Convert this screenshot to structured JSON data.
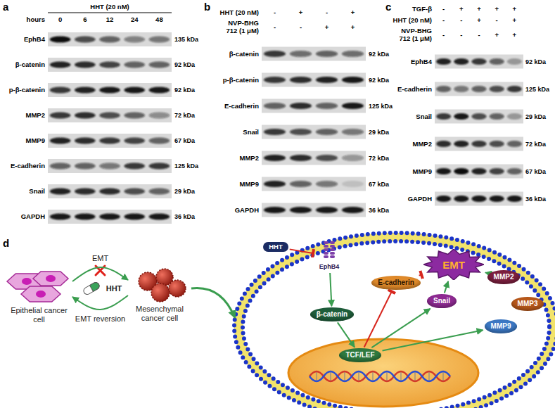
{
  "diagram": {
    "nodes": [
      {
        "text": [
          "Epithelial cancer cell"
        ]
      },
      {
        "text": [
          "Mesenchymal cancer cell"
        ]
      },
      {
        "text": [
          "HHT"
        ]
      },
      {
        "text": [
          "EphB4"
        ]
      },
      {
        "text": [
          "β-catenin"
        ]
      },
      {
        "text": [
          "E-cadherin"
        ]
      },
      {
        "text": [
          "Snail"
        ]
      },
      {
        "text": [
          "EMT"
        ]
      },
      {
        "text": [
          "MMP2"
        ]
      },
      {
        "text": [
          "MMP3"
        ]
      },
      {
        "text": [
          "MMP9"
        ]
      },
      {
        "text": [
          "TCF/LEF"
        ]
      }
    ],
    "edges": [
      {
        "from": 0,
        "to": 1,
        "arrow": "to",
        "label": "EMT"
      },
      {
        "from": 1,
        "to": 0,
        "arrow": "to",
        "label": "EMT reversion"
      },
      {
        "from": 2,
        "to": 3,
        "arrow": "to"
      },
      {
        "from": 3,
        "to": 4,
        "arrow": "to"
      },
      {
        "from": 4,
        "to": 11,
        "arrow": "to"
      },
      {
        "from": 11,
        "to": 5,
        "arrow": "to"
      },
      {
        "from": 11,
        "to": 6,
        "arrow": "to"
      },
      {
        "from": 11,
        "to": 10,
        "arrow": "to"
      },
      {
        "from": 6,
        "to": 7,
        "arrow": "to"
      },
      {
        "from": 5,
        "to": 7,
        "arrow": "to"
      },
      {
        "from": 8,
        "to": 7,
        "arrow": "to"
      }
    ],
    "labels": [
      "a",
      "HHT (20 nM)",
      "hours",
      "0",
      "6",
      "12",
      "24",
      "48",
      "EphB4",
      "β-catenin",
      "p-β-catenin",
      "MMP2",
      "MMP9",
      "E-cadherin",
      "Snail",
      "GAPDH",
      "135 kDa",
      "92 kDa",
      "92 kDa",
      "72 kDa",
      "67 kDa",
      "125 kDa",
      "29 kDa",
      "36 kDa",
      "b",
      "HHT (20 nM)",
      "-",
      "+",
      "-",
      "+",
      "NVP-BHG 712 (1 μM)",
      "-",
      "-",
      "+",
      "+",
      "β-catenin",
      "p-β-catenin",
      "E-cadherin",
      "Snail",
      "MMP2",
      "MMP9",
      "GAPDH",
      "92 kDa",
      "92 kDa",
      "125 kDa",
      "29 kDa",
      "72 kDa",
      "67 kDa",
      "36 kDa",
      "c",
      "TGF-β",
      "-",
      "+",
      "+",
      "+",
      "+",
      "HHT (20 nM)",
      "-",
      "-",
      "+",
      "-",
      "+",
      "NVP-BHG 712 (1 μM)",
      "-",
      "-",
      "-",
      "+",
      "+",
      "EphB4",
      "E-cadherin",
      "Snail",
      "MMP2",
      "MMP9",
      "GAPDH",
      "92 kDa",
      "125 kDa",
      "29 kDa",
      "72 kDa",
      "67 kDa",
      "36 kDa",
      "d",
      "HHT"
    ]
  }
}
